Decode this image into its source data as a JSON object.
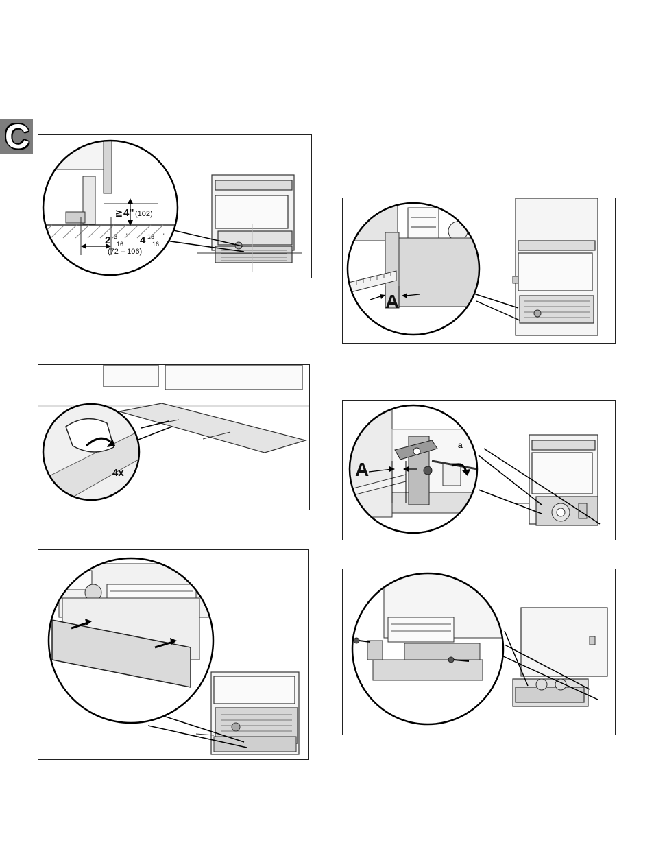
{
  "section_tab": {
    "letter": "C"
  },
  "figures": {
    "fig1": {
      "min_symbol": "≧",
      "height_value": "4\"",
      "height_metric": "(102)",
      "width_from_whole": "2",
      "width_from_frac_num": "3",
      "width_from_frac_den": "16",
      "width_from_inch": "\"",
      "width_dash": "– ",
      "width_to_whole": "4",
      "width_to_frac_num": "13",
      "width_to_frac_den": "16",
      "width_to_inch": "\"",
      "width_metric": "(72 – 106)"
    },
    "fig2": {
      "count_label": "4x"
    },
    "fig3": {
      "dimension_label": "A"
    },
    "fig4": {
      "dimension_label": "A",
      "part_label": "a"
    }
  }
}
